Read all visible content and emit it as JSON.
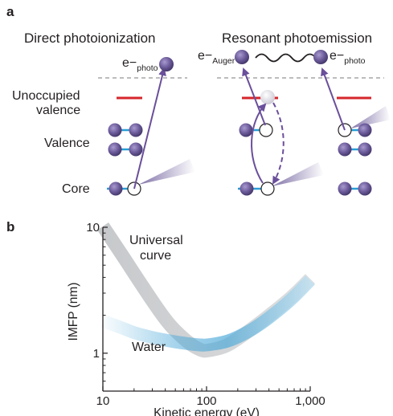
{
  "panel_a": {
    "label": "a",
    "left_title": "Direct photoionization",
    "right_title": "Resonant photoemission",
    "electron_symbol": "e−",
    "sub_photo": "photo",
    "sub_auger": "Auger",
    "levels": {
      "unocc_line1": "Unoccupied",
      "unocc_line2": "valence",
      "valence": "Valence",
      "core": "Core"
    }
  },
  "panel_b": {
    "label": "b",
    "curve_labels": {
      "universal_line1": "Universal",
      "universal_line2": "curve",
      "water": "Water"
    }
  },
  "colors": {
    "electron": "#6b5a99",
    "arrow": "#6a4f9b",
    "unoccupied_level": "#d6262c",
    "bond": "#2a9fd6",
    "universal_band": "#b9bcbf",
    "water_band": "#4aa8d8",
    "dashed_vacuum": "#a6a6a6"
  },
  "chart_data": {
    "type": "line",
    "xlabel": "Kinetic energy (eV)",
    "ylabel": "IMFP (nm)",
    "xscale": "log",
    "yscale": "log",
    "xlim": [
      10,
      1000
    ],
    "ylim": [
      0.5,
      10
    ],
    "xticks": [
      10,
      100,
      1000
    ],
    "xtick_labels": [
      "10",
      "100",
      "1,000"
    ],
    "yticks": [
      1,
      10
    ],
    "ytick_labels": [
      "1",
      "10"
    ],
    "series": [
      {
        "name": "Universal curve",
        "x": [
          10,
          15,
          20,
          30,
          40,
          50,
          70,
          90,
          100,
          150,
          200,
          300,
          500,
          700,
          1000
        ],
        "y": [
          10.2,
          6.2,
          4.3,
          2.6,
          1.85,
          1.5,
          1.17,
          1.05,
          1.04,
          1.12,
          1.3,
          1.65,
          2.3,
          2.9,
          3.9
        ]
      },
      {
        "name": "Water",
        "x": [
          10,
          15,
          20,
          30,
          40,
          50,
          70,
          90,
          100,
          150,
          200,
          300,
          500,
          700,
          1000
        ],
        "y": [
          1.8,
          1.6,
          1.45,
          1.33,
          1.27,
          1.23,
          1.18,
          1.16,
          1.16,
          1.22,
          1.34,
          1.6,
          2.2,
          2.8,
          3.8
        ]
      }
    ]
  }
}
